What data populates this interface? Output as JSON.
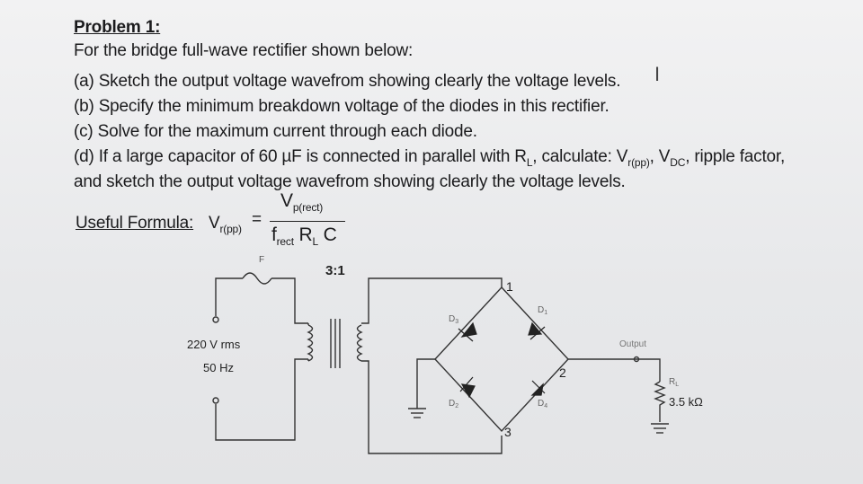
{
  "problem": {
    "title": "Problem 1:",
    "intro": "For the bridge full-wave rectifier shown below:",
    "items": [
      "(a) Sketch the output voltage wavefrom showing clearly the voltage levels.",
      "(b) Specify the minimum breakdown voltage of the diodes in this rectifier.",
      "(c) Solve for the maximum current through each diode.",
      "(d) If a large capacitor of 60 µF is connected in parallel with R",
      "and sketch the output voltage wavefrom showing clearly the voltage levels."
    ],
    "item_d_tail": ", calculate: V",
    "item_d_tail2": ", V",
    "item_d_tail3": ", ripple factor,",
    "sub_L": "L",
    "sub_rpp": "r(pp)",
    "sub_DC": "DC"
  },
  "formula": {
    "label": "Useful Formula:",
    "lhs_V": "V",
    "lhs_sub": "r(pp)",
    "equals": "=",
    "num_V": "V",
    "num_sub": "p(rect)",
    "den_f": "f",
    "den_sub": "rect",
    "den_R": "R",
    "den_R_sub": "L",
    "den_C": "C"
  },
  "circuit": {
    "ratio": "3:1",
    "fuse": "F",
    "source_voltage": "220 V rms",
    "source_freq": "50 Hz",
    "d1": "D",
    "d1_sub": "1",
    "d2": "D",
    "d2_sub": "2",
    "d3": "D",
    "d3_sub": "3",
    "d4": "D",
    "d4_sub": "4",
    "node1": "1",
    "node2": "2",
    "node3": "3",
    "output": "Output",
    "rl": "R",
    "rl_sub": "L",
    "rl_value": "3.5 kΩ"
  },
  "cursor_glyph": "I"
}
